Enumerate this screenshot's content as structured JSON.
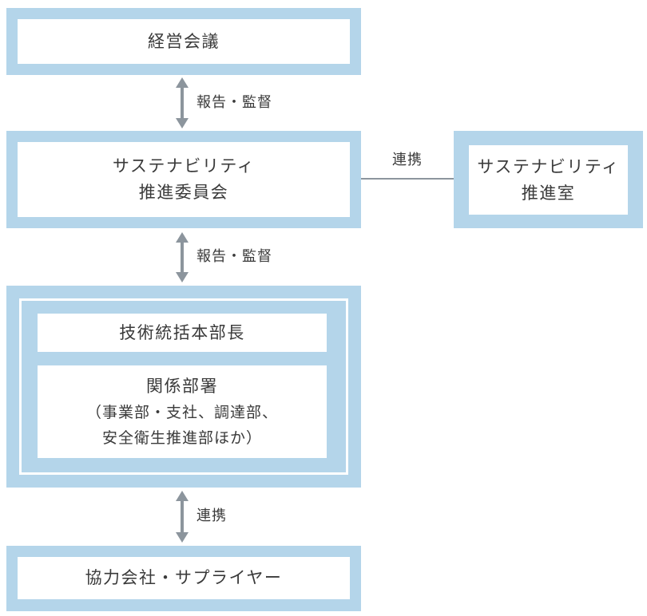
{
  "colors": {
    "node_fill": "#b4d5ea",
    "node_inner_fill": "#ffffff",
    "connector_gray": "#8c959d",
    "text": "#3a3a3a"
  },
  "nodes": {
    "management_meeting": {
      "label": "経営会議"
    },
    "sustainability_committee": {
      "line1": "サステナビリティ",
      "line2": "推進委員会"
    },
    "sustainability_office": {
      "line1": "サステナビリティ",
      "line2": "推進室"
    },
    "technology_general_manager": {
      "label": "技術統括本部長"
    },
    "related_departments": {
      "title": "関係部署",
      "detail1": "（事業部・支社、調達部、",
      "detail2": "安全衛生推進部ほか）"
    },
    "partners_suppliers": {
      "label": "協力会社・サプライヤー"
    }
  },
  "connectors": {
    "meeting_committee": {
      "label": "報告・監督",
      "type": "bidirectional-vertical"
    },
    "committee_division": {
      "label": "報告・監督",
      "type": "bidirectional-vertical"
    },
    "committee_office": {
      "label": "連携",
      "type": "horizontal-line"
    },
    "division_partners": {
      "label": "連携",
      "type": "bidirectional-vertical"
    }
  }
}
